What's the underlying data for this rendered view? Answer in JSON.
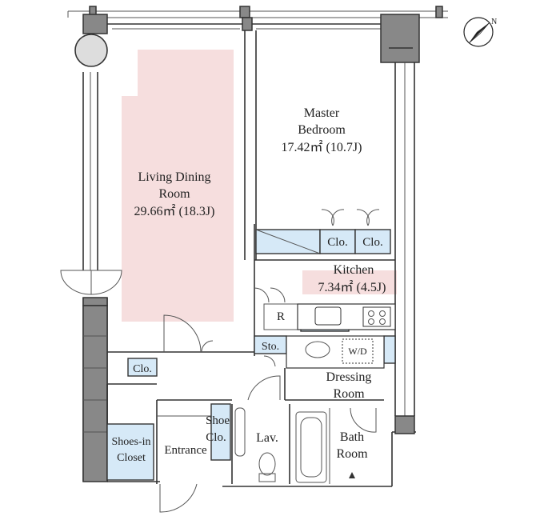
{
  "rooms": {
    "living": {
      "name_1": "Living Dining",
      "name_2": "Room",
      "area": "29.66㎡ (18.3J)"
    },
    "master": {
      "name_1": "Master",
      "name_2": "Bedroom",
      "area": "17.42㎡ (10.7J)"
    },
    "kitchen": {
      "name": "Kitchen",
      "area": "7.34㎡ (4.5J)"
    },
    "dressing": {
      "name_1": "Dressing",
      "name_2": "Room"
    },
    "bath": {
      "name_1": "Bath",
      "name_2": "Room"
    },
    "lav": {
      "name": "Lav."
    },
    "entrance": {
      "name": "Entrance"
    },
    "shoe_clo": {
      "name_1": "Shoe",
      "name_2": "Clo."
    },
    "shoes_in": {
      "name_1": "Shoes-in",
      "name_2": "Closet"
    }
  },
  "labels": {
    "clo_1": "Clo.",
    "clo_2": "Clo.",
    "clo_3": "Clo.",
    "refrigerator": "R",
    "storage": "Sto.",
    "washer_dryer": "W/D"
  },
  "compass": {
    "north": "N"
  },
  "colors": {
    "living_area": "#f6dede",
    "storage_fill": "#d6e9f7",
    "wall": "#888888"
  }
}
